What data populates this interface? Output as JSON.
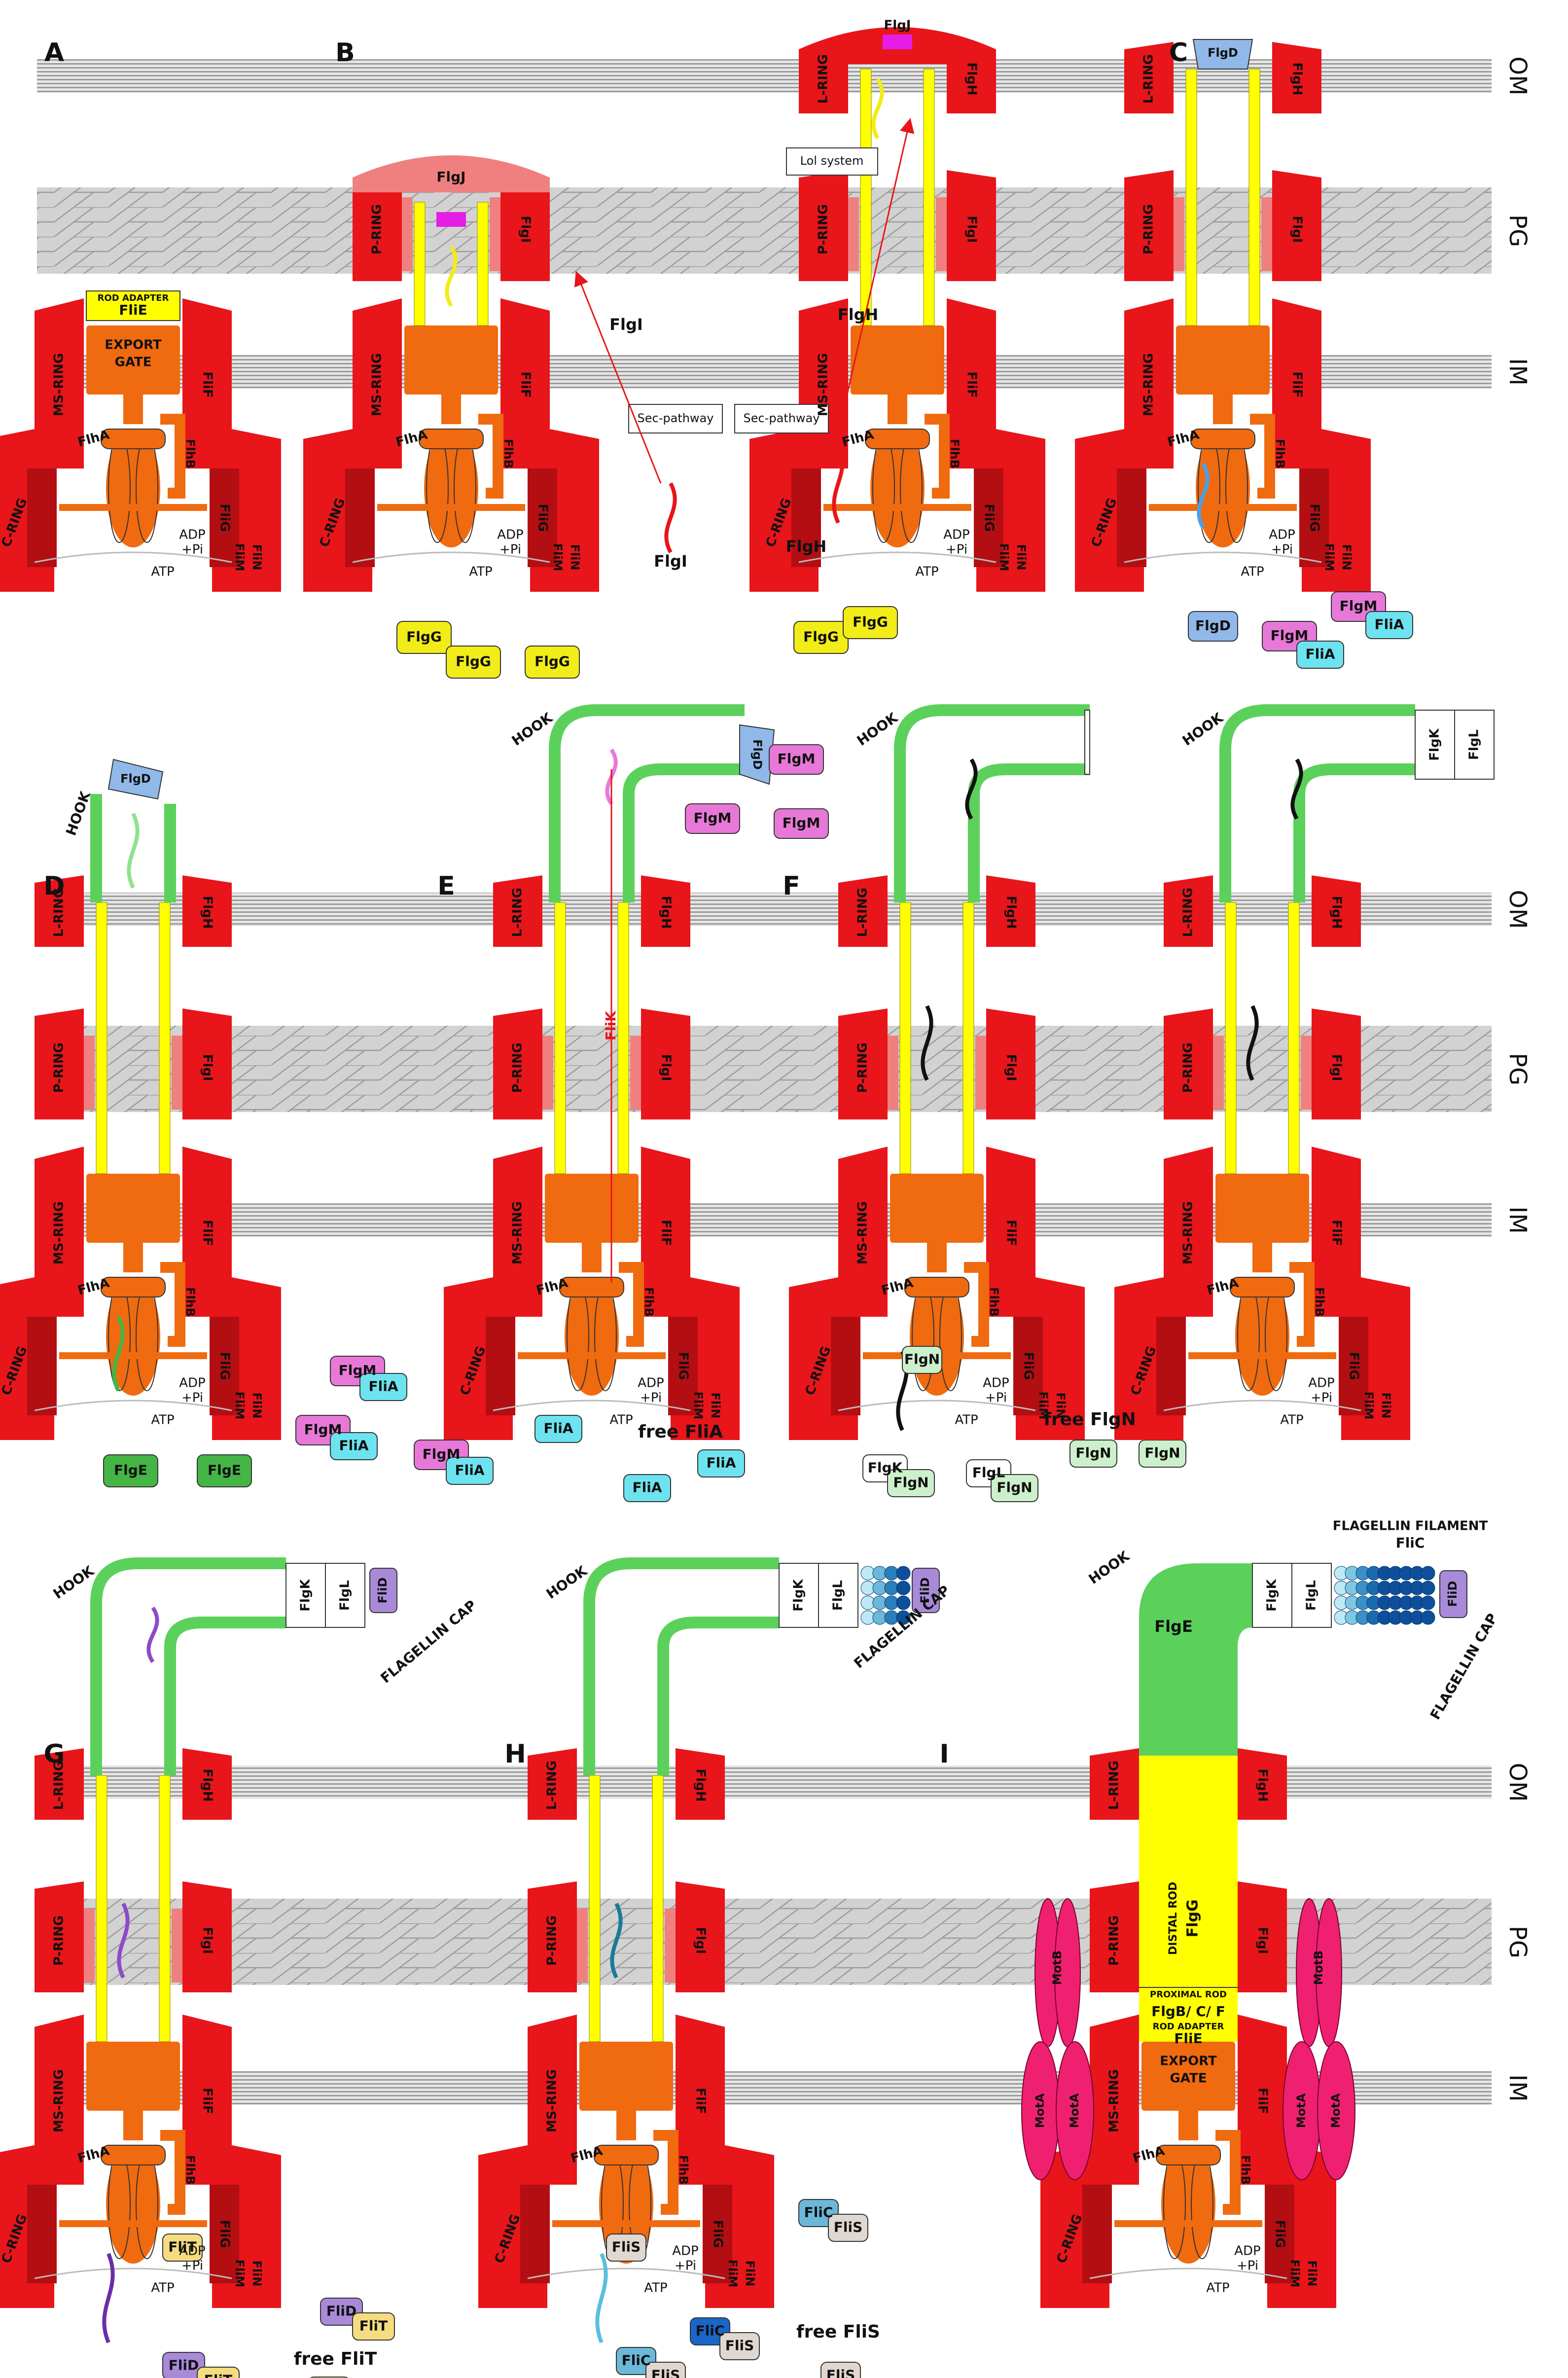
{
  "colors": {
    "ring": "#e8151a",
    "ring_dark": "#b30e12",
    "ring_light": "#f08080",
    "rod": "#ffff00",
    "hook": "#5bd15b",
    "export": "#f06a10",
    "magenta": "#e51ee5",
    "fliA": "#6de3f0",
    "flgM": "#e878d8",
    "flgG": "#f2ec18",
    "flgD": "#90b8e8",
    "flgE": "#45b545",
    "fliN": "#ccf0cc",
    "fliT": "#f6dc80",
    "fliD": "#a88ad8",
    "fliC": "#6bb8d8",
    "fliS": "#e0d8d0",
    "motAB": "#f02070"
  },
  "layers": {
    "om": "OM",
    "pg": "PG",
    "im": "IM"
  },
  "panel_letters": [
    "A",
    "B",
    "C",
    "D",
    "E",
    "F",
    "G",
    "H",
    "I"
  ],
  "labels": {
    "l_ring": "L-RING",
    "p_ring": "P-RING",
    "ms_ring": "MS-RING",
    "c_ring": "C-RING",
    "flgH": "FlgH",
    "flgI": "FlgI",
    "fliF": "FliF",
    "fliG": "FliG",
    "fliM": "FliM",
    "fliN": "FliN",
    "flhA": "FlhA",
    "flhB": "FlhB",
    "adp": "ADP",
    "pi": "+Pi",
    "atp": "ATP",
    "hook": "HOOK",
    "rod_adapter": "ROD ADAPTER",
    "fliE": "FliE",
    "export": "EXPORT",
    "gate": "GATE",
    "flgJ": "FlgJ",
    "flgD": "FlgD",
    "flgK": "FlgK",
    "flgL": "FlgL",
    "fliD": "FliD",
    "flagellin_cap": "FLAGELLIN CAP",
    "flagellin_filament": "FLAGELLIN FILAMENT",
    "fliC": "FliC",
    "sec_pathway": "Sec-pathway",
    "lol_system": "Lol system",
    "fliK": "FliK",
    "distal_rod": "DISTAL ROD",
    "flgG": "FlgG",
    "proximal_rod": "PROXIMAL ROD",
    "flgBCF": "FlgB/ C/ F",
    "flgE": "FlgE",
    "motA": "MotA",
    "motB": "MotB",
    "flgM": "FlgM",
    "fliA": "FliA",
    "flgN": "FlgN",
    "fliT": "FliT",
    "fliS": "FliS",
    "free_fliA": "free FliA",
    "free_flgN": "free FlgN",
    "free_fliT": "free FliT",
    "free_fliS": "free FliS"
  }
}
